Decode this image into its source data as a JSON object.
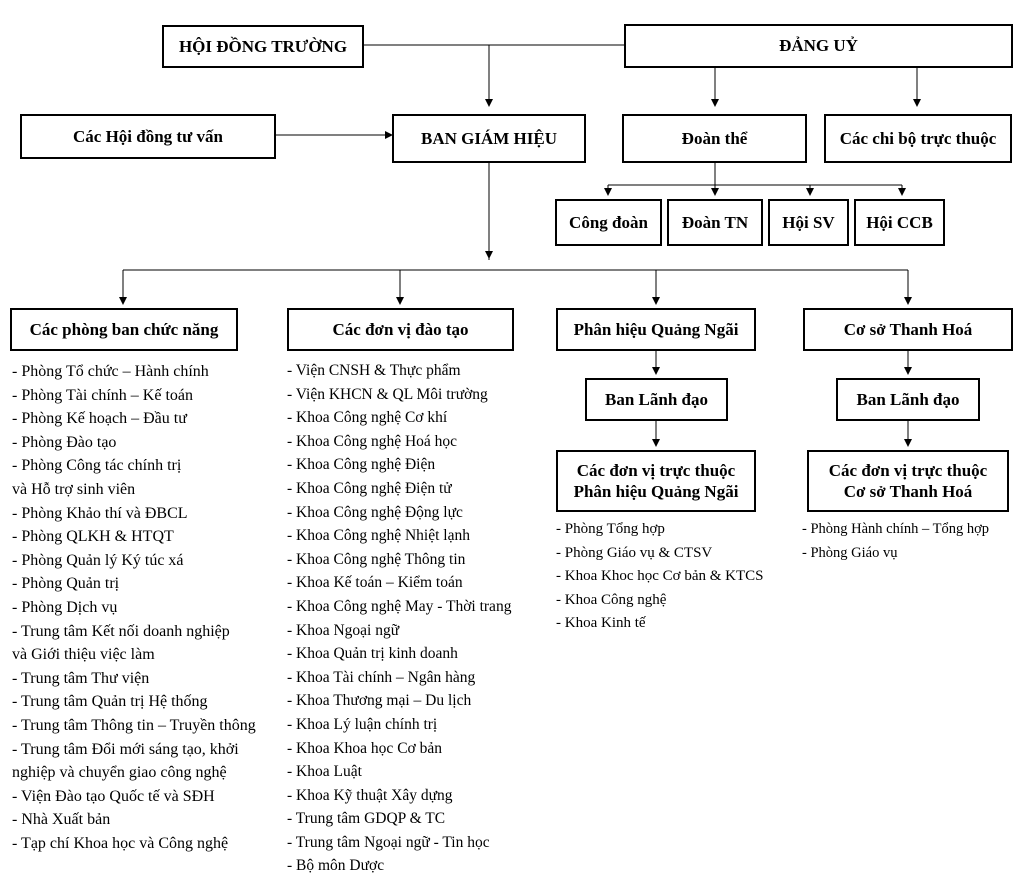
{
  "top": {
    "hoi_dong_truong": "HỘI ĐỒNG TRƯỜNG",
    "dang_uy": "ĐẢNG UỶ"
  },
  "level2": {
    "hoi_dong_tu_van": "Các Hội đồng tư vấn",
    "ban_giam_hieu": "BAN GIÁM HIỆU",
    "doan_the": "Đoàn thể",
    "chi_bo": "Các chi bộ trực thuộc"
  },
  "unions": [
    "Công đoàn",
    "Đoàn TN",
    "Hội SV",
    "Hội CCB"
  ],
  "columns": {
    "phong_ban": {
      "title": "Các phòng ban chức năng",
      "items": [
        "- Phòng Tổ chức – Hành chính",
        "- Phòng Tài chính – Kế toán",
        "- Phòng Kế hoạch – Đầu tư",
        "- Phòng Đào tạo",
        "- Phòng Công tác chính trị",
        "và Hỗ trợ sinh viên",
        "- Phòng Khảo thí và ĐBCL",
        "- Phòng QLKH & HTQT",
        "- Phòng Quản lý Ký túc xá",
        "- Phòng Quản trị",
        "- Phòng Dịch vụ",
        "- Trung tâm Kết nối doanh nghiệp",
        "và Giới thiệu việc làm",
        "- Trung tâm Thư viện",
        "- Trung tâm Quản trị Hệ thống",
        "- Trung tâm Thông tin – Truyền thông",
        "- Trung tâm Đổi mới sáng tạo, khởi",
        "nghiệp và chuyển giao công nghệ",
        "- Viện Đào tạo Quốc tế và SĐH",
        "- Nhà Xuất bản",
        "- Tạp chí Khoa học và Công nghệ"
      ]
    },
    "dao_tao": {
      "title": "Các đơn vị đào tạo",
      "items": [
        "- Viện CNSH & Thực phẩm",
        "- Viện KHCN & QL Môi trường",
        "- Khoa Công nghệ Cơ khí",
        "- Khoa Công nghệ Hoá học",
        "- Khoa Công nghệ Điện",
        "- Khoa Công nghệ Điện tử",
        "- Khoa Công nghệ Động lực",
        "- Khoa Công nghệ Nhiệt lạnh",
        "- Khoa Công nghệ Thông tin",
        "- Khoa Kế toán – Kiểm toán",
        "- Khoa Công nghệ May - Thời trang",
        "- Khoa Ngoại ngữ",
        "- Khoa Quản trị kinh doanh",
        "- Khoa Tài chính – Ngân hàng",
        "- Khoa Thương mại – Du lịch",
        "- Khoa Lý luận chính trị",
        "- Khoa Khoa học Cơ bản",
        "- Khoa Luật",
        "- Khoa Kỹ thuật Xây dựng",
        "- Trung tâm GDQP & TC",
        "- Trung tâm Ngoại ngữ - Tin học",
        "- Bộ môn Dược"
      ]
    },
    "quang_ngai": {
      "title": "Phân hiệu Quảng Ngãi",
      "leadership": "Ban Lãnh đạo",
      "units_line1": "Các đơn vị trực thuộc",
      "units_line2": "Phân hiệu Quảng Ngãi",
      "items": [
        "- Phòng Tổng hợp",
        "- Phòng Giáo vụ & CTSV",
        "- Khoa Khoc học Cơ bản & KTCS",
        "- Khoa Công nghệ",
        "- Khoa Kinh tế"
      ]
    },
    "thanh_hoa": {
      "title": "Cơ sở Thanh Hoá",
      "leadership": "Ban Lãnh đạo",
      "units_line1": "Các đơn vị trực thuộc",
      "units_line2": "Cơ sở Thanh Hoá",
      "items": [
        "- Phòng Hành chính – Tổng hợp",
        "- Phòng Giáo vụ"
      ]
    }
  }
}
